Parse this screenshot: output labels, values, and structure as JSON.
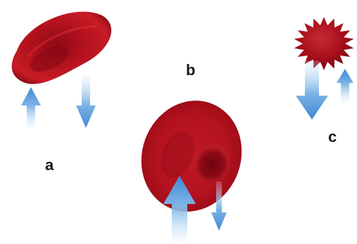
{
  "labels": {
    "a": "a",
    "b": "b",
    "c": "c"
  },
  "colors": {
    "cell_red": "#b3121e",
    "cell_dark": "#6e0410",
    "cell_highlight": "#e0303a",
    "arrow_blue": "#4a90d9",
    "arrow_light": "#dcecf9"
  },
  "icons": {
    "cell_a": "elongated-red-blood-cell",
    "cell_b": "normal-biconcave-red-blood-cell",
    "cell_c": "crenated-red-blood-cell",
    "arrows": "blue-water-flow-arrows"
  }
}
